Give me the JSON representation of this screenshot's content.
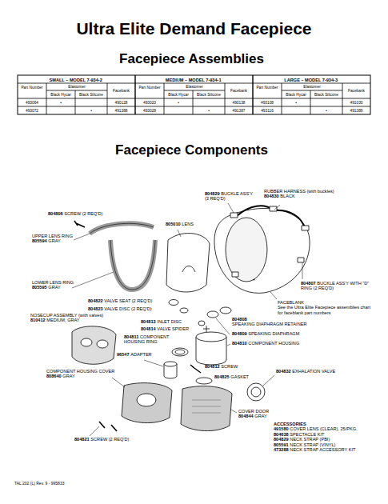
{
  "diagram": {
    "title": "Ultra Elite Demand Facepiece",
    "labels": [
      "Facepiece Assemblies",
      "SMALL – MODEL 7-934-2",
      "MEDIUM – MODEL 7-934-1",
      "LARGE – MODEL 7-934-3",
      "Part Number",
      "Elastomer",
      "Facebank",
      "Part Number",
      "Elastomer",
      "Facebank",
      "Part Number",
      "Elastomer",
      "Facebank",
      "Black Hycar",
      "Black Silicone",
      "Black Hycar",
      "Black Silicone",
      "Black Hycar",
      "Black Silicone",
      "493064",
      "•",
      "490128",
      "493020",
      "•",
      "490138",
      "493108",
      "•",
      "491030",
      "493072",
      "•",
      "491388",
      "493028",
      "•",
      "491387",
      "493116",
      "•",
      "491389",
      "Facepiece Components",
      "804829",
      "BUCKLE ASS'Y (3 REQ'D)",
      "RUBBER HARNESS (with buckles)",
      "804830",
      "BLACK",
      "804806",
      "SCREW (2 REQ'D)",
      "805010",
      "LENS",
      "UPPER LENS RING",
      "805594",
      "GRAY",
      "LOWER LENS RING",
      "805595",
      "GRAY",
      "804807",
      "BUCKLE ASS'Y WITH \"D\" RING (2 REQ'D)",
      "804822",
      "VALVE SEAT (2 REQ'D)",
      "804823",
      "VALVE DISC (2 REQ'D)",
      "NOSECUP ASSEMBLY (with valves)",
      "810412",
      "MEDIUM, GRAY",
      "804813",
      "INLET DISC",
      "804814",
      "VALVE SPIDER",
      "FACEBLANK",
      "See the Ultra Elite Facepiece assemblies chart for faceblank part numbers",
      "804808",
      "SPEAKING DIAPHRAGM RETAINER",
      "804809",
      "SPEAKING DIAPHRAGM",
      "804811",
      "COMPONENT HOUSING RING",
      "804810",
      "COMPONENT HOUSING",
      "96547",
      "ADAPTER",
      "804812",
      "SCREW",
      "COMPONENT HOUSING COVER",
      "808640",
      "GRAY",
      "804825",
      "GASKET",
      "804832",
      "EXHALATION VALVE",
      "COVER DOOR",
      "804844",
      "GRAY",
      "804821",
      "SCREW (2 REQ'D)",
      "ACCESSORIES",
      "491580",
      "COVER LENS (CLEAR), 25/PKG.",
      "804638",
      "SPECTACLE KIT",
      "804829",
      "NECK STRAP (PBI)",
      "805591",
      "NECK STRAP (VINYL)",
      "473288",
      "NECK STRAP ACCESSORY KIT",
      "TAL 202 (L) Rev. 9 - 995833"
    ]
  }
}
